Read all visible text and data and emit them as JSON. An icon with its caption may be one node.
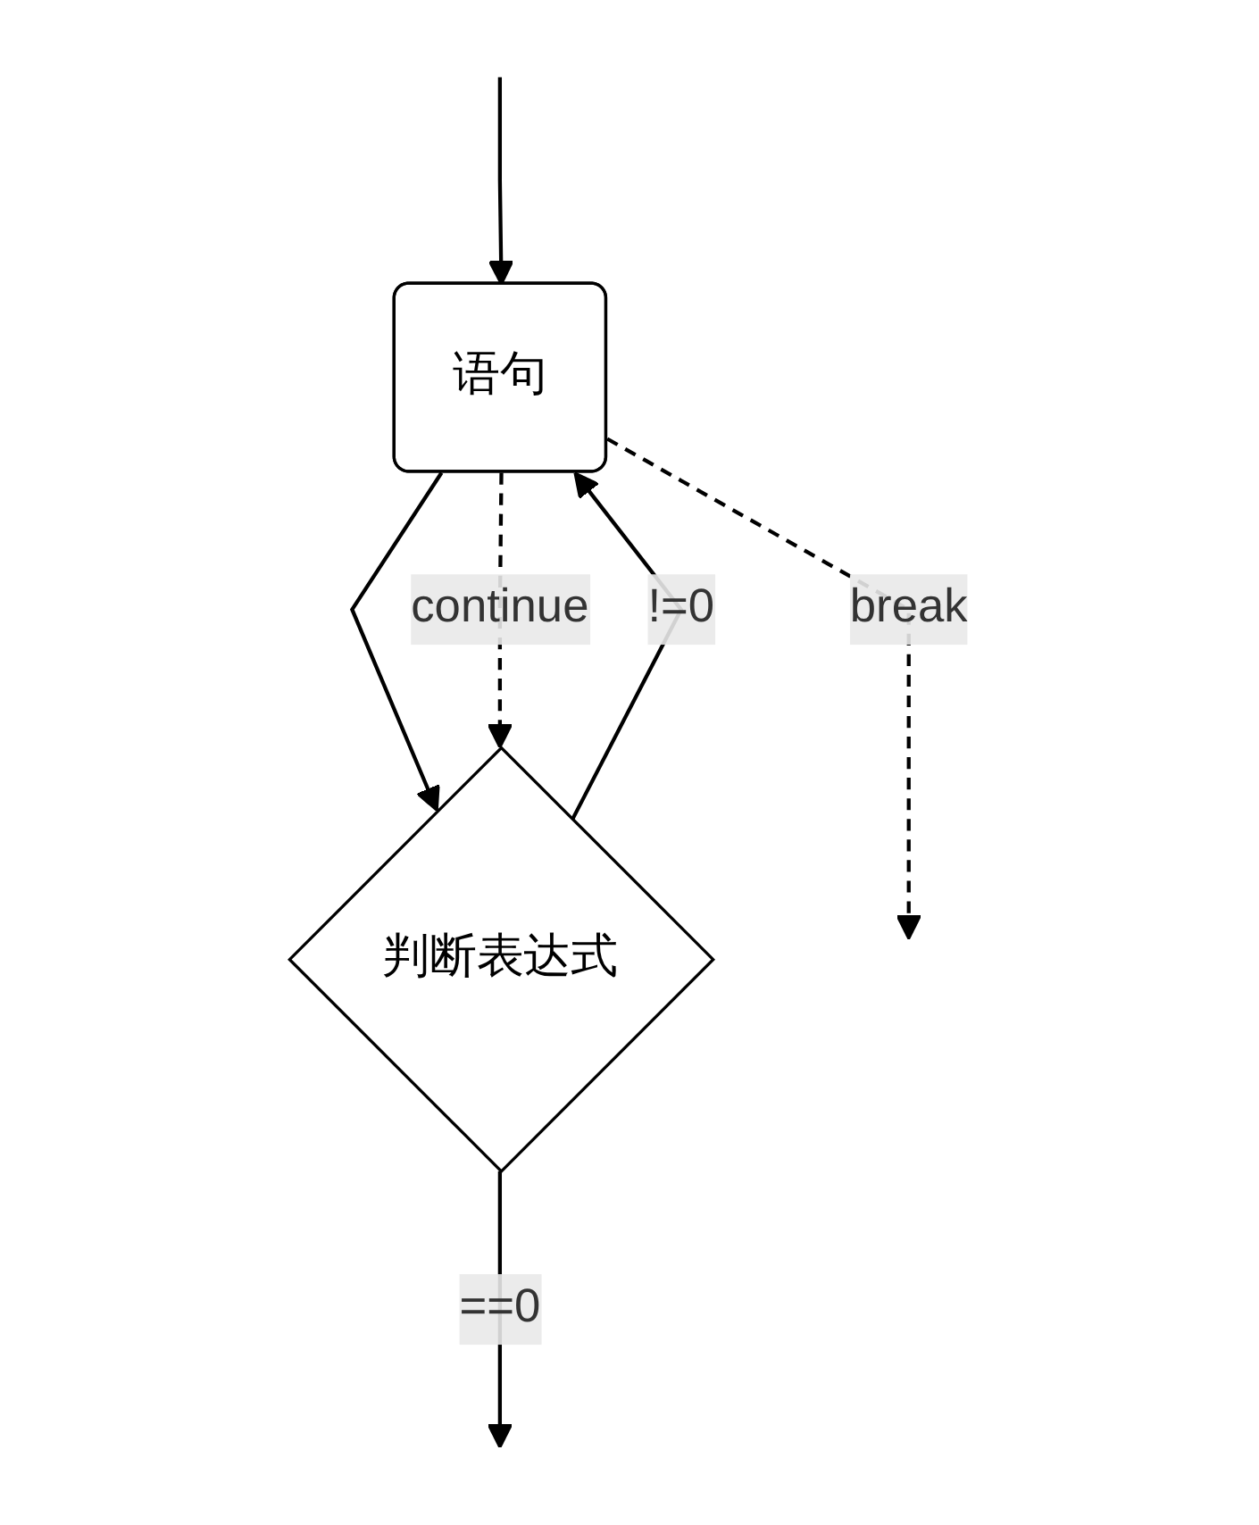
{
  "diagram": {
    "nodes": [
      {
        "text": [
          "语句"
        ]
      },
      {
        "text": [
          "判断表达式"
        ]
      }
    ],
    "edges": [
      {
        "from": null,
        "to": 0,
        "arrow": "to"
      },
      {
        "from": 0,
        "to": 1,
        "arrow": "to"
      },
      {
        "from": 0,
        "to": 1,
        "arrow": "to",
        "label": "continue",
        "style": "dashed"
      },
      {
        "from": 1,
        "to": 0,
        "arrow": "to",
        "label": "!=0"
      },
      {
        "from": 1,
        "to": null,
        "arrow": "to",
        "label": "==0"
      },
      {
        "from": 0,
        "to": null,
        "arrow": "to",
        "label": "break",
        "style": "dashed"
      }
    ]
  }
}
